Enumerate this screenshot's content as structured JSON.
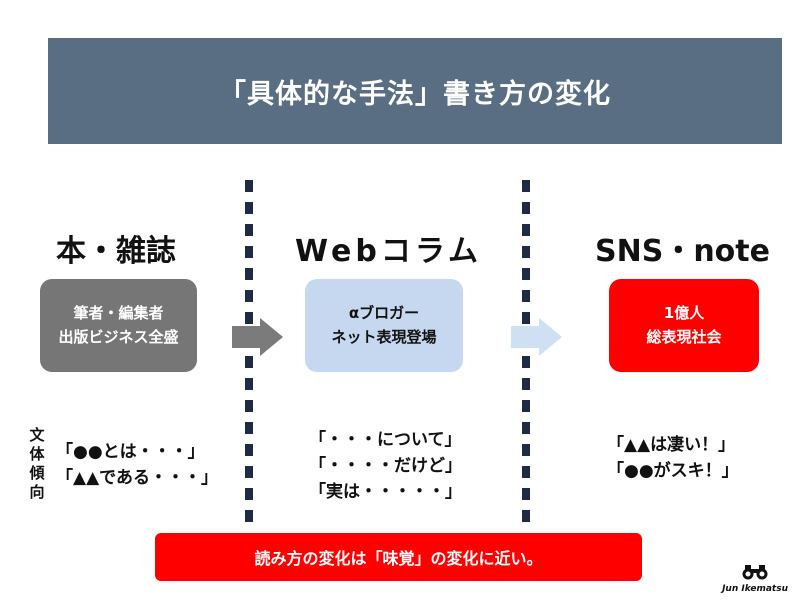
{
  "title": "「具体的な手法」書き方の変化",
  "columns": [
    {
      "heading": "本・雑誌",
      "box_line1": "筆者・編集者",
      "box_line2": "出版ビジネス全盛",
      "phrases": [
        "「●●とは・・・」",
        "「▲▲である・・・」"
      ]
    },
    {
      "heading": "Webコラム",
      "box_line1": "αブロガー",
      "box_line2": "ネット表現登場",
      "phrases": [
        "「・・・について」",
        "「・・・・だけど」",
        "「実は・・・・・」"
      ]
    },
    {
      "heading": "SNS・note",
      "box_line1": "1億人",
      "box_line2": "総表現社会",
      "phrases": [
        "「▲▲は凄い！」",
        "「●●がスキ！」"
      ]
    }
  ],
  "side_label": [
    "文",
    "体",
    "傾",
    "向"
  ],
  "bottom_message": "読み方の変化は「味覚」の変化に近い。",
  "logo_text": "Jun Ikematsu",
  "colors": {
    "title_bg": "#596d83",
    "box1": "#767676",
    "box2": "#c6d8ef",
    "box3": "#ff0000",
    "arrow1": "#7b7b7b",
    "arrow2": "#cfe0f3",
    "divider": "#1f2a44",
    "bottom_bg": "#ff0000"
  }
}
